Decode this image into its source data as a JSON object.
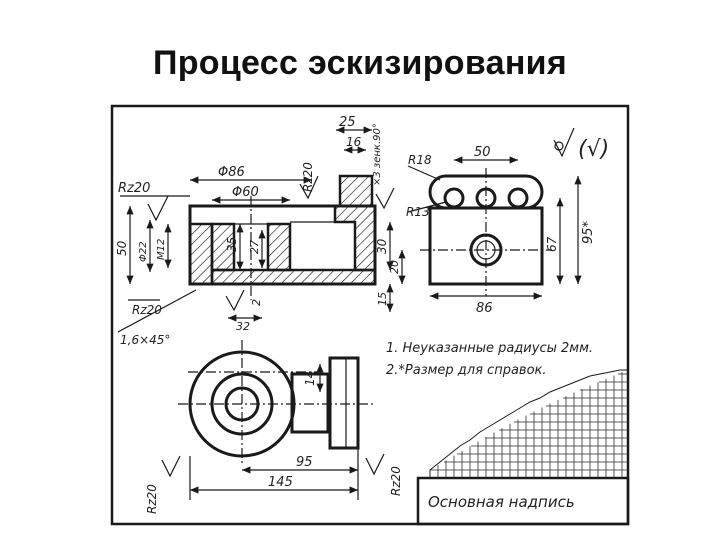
{
  "title": "Процесс эскизирования",
  "drawing": {
    "dimensions": {
      "d25": "25",
      "d16": "16",
      "zenkovat": "×3 зенк.90°",
      "rz20_top": "Rz20",
      "phi86": "Φ86",
      "phi60": "Φ60",
      "rz20_left": "Rz20",
      "d50_left": "50",
      "phi22": "Φ22",
      "m12": "M12",
      "d35": "35",
      "d27": "27",
      "d30": "30",
      "d20_right": "20",
      "d15": "15",
      "d2": "2",
      "d32": "32",
      "rz20_bottom": "Rz20",
      "chamfer": "1,6×45°",
      "r18": "R18",
      "r13": "R13",
      "d50_top": "50",
      "d67": "67",
      "d95": "95*",
      "d86": "86",
      "d14": "14",
      "d95_plan": "95",
      "d145": "145",
      "rz20_plan_left": "Rz20",
      "rz20_plan_right": "Rz20"
    },
    "roughness": "(√)",
    "notes": [
      "1. Неуказанные радиусы 2мм.",
      "2.*Размер для справок."
    ],
    "title_block": "Основная надпись"
  }
}
